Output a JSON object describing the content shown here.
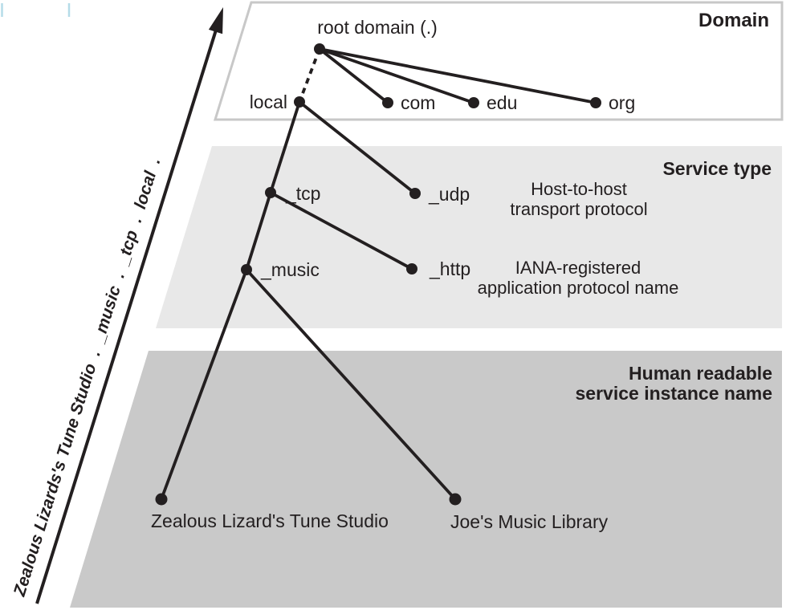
{
  "title": "DNS service discovery naming hierarchy diagram",
  "colors": {
    "ink": "#231f20",
    "band-domain-border": "#c8c8c8",
    "band-service": "#e8e8e8",
    "band-instance": "#c9c9c9",
    "reg-mark": "#b5dce8"
  },
  "bands": {
    "domain": {
      "label": "Domain"
    },
    "service": {
      "label": "Service type"
    },
    "instance": {
      "label_line1": "Human readable",
      "label_line2": "service instance name"
    }
  },
  "axis": {
    "label": "Zealous Lizards's Tune Studio  .  _music  .  _tcp  .  local  ."
  },
  "nodes": {
    "root": "root domain (.)",
    "local": "local",
    "com": "com",
    "edu": "edu",
    "org": "org",
    "tcp": "_tcp",
    "udp": "_udp",
    "music": "_music",
    "http": "_http",
    "zealous": "Zealous Lizard's Tune Studio",
    "joes": "Joe's Music Library"
  },
  "annotations": {
    "transport_line1": "Host-to-host",
    "transport_line2": "transport protocol",
    "application_line1": "IANA-registered",
    "application_line2": "application protocol name"
  }
}
